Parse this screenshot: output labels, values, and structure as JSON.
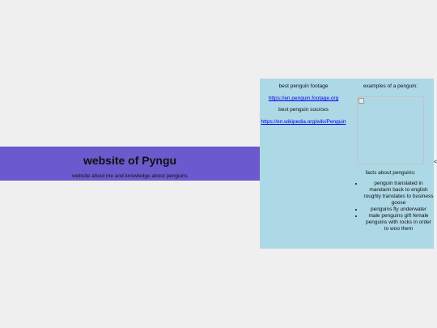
{
  "banner": {
    "title": "website of Pyngu",
    "subtitle": "website about me and knowledge about penguins"
  },
  "left_column": {
    "footage_heading": "best penguin footage",
    "footage_link": "https://en.penguin.footage.org",
    "sources_heading": "best penguin sources",
    "sources_link": "https://en.wikipedia.org/wiki/Penguin"
  },
  "right_column": {
    "examples_heading": "examples of a penguin:",
    "facts_heading": "facts about penguins:",
    "facts": [
      "penguin translated in mandarin back to english roughly translates to business goose",
      "penguins fly underwater",
      "male penguins gift female penguins with rocks in order to woo them"
    ]
  },
  "edge": {
    "mark": "<"
  },
  "colors": {
    "page_background": "#efefef",
    "banner_background": "#6a5acd",
    "panel_background": "#add8e6",
    "link": "#0000ee"
  },
  "icons": {
    "broken_image": "broken-image-icon"
  }
}
